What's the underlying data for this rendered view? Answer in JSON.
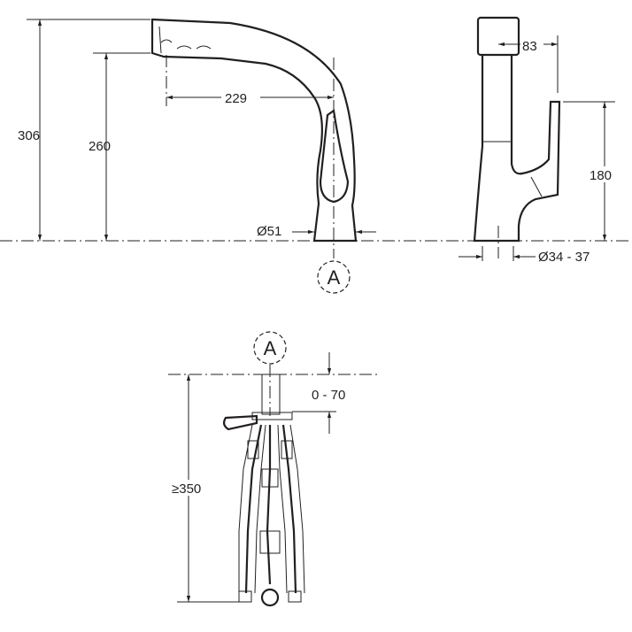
{
  "labels": {
    "height_total": "306",
    "height_spout": "260",
    "reach": "229",
    "base_diameter": "Ø51",
    "section_marker_top": "A",
    "head_width": "83",
    "handle_height": "180",
    "hole_diameter": "Ø34 - 37",
    "section_marker_bottom": "A",
    "deck_thickness": "0 - 70",
    "min_clearance": "≥350"
  }
}
